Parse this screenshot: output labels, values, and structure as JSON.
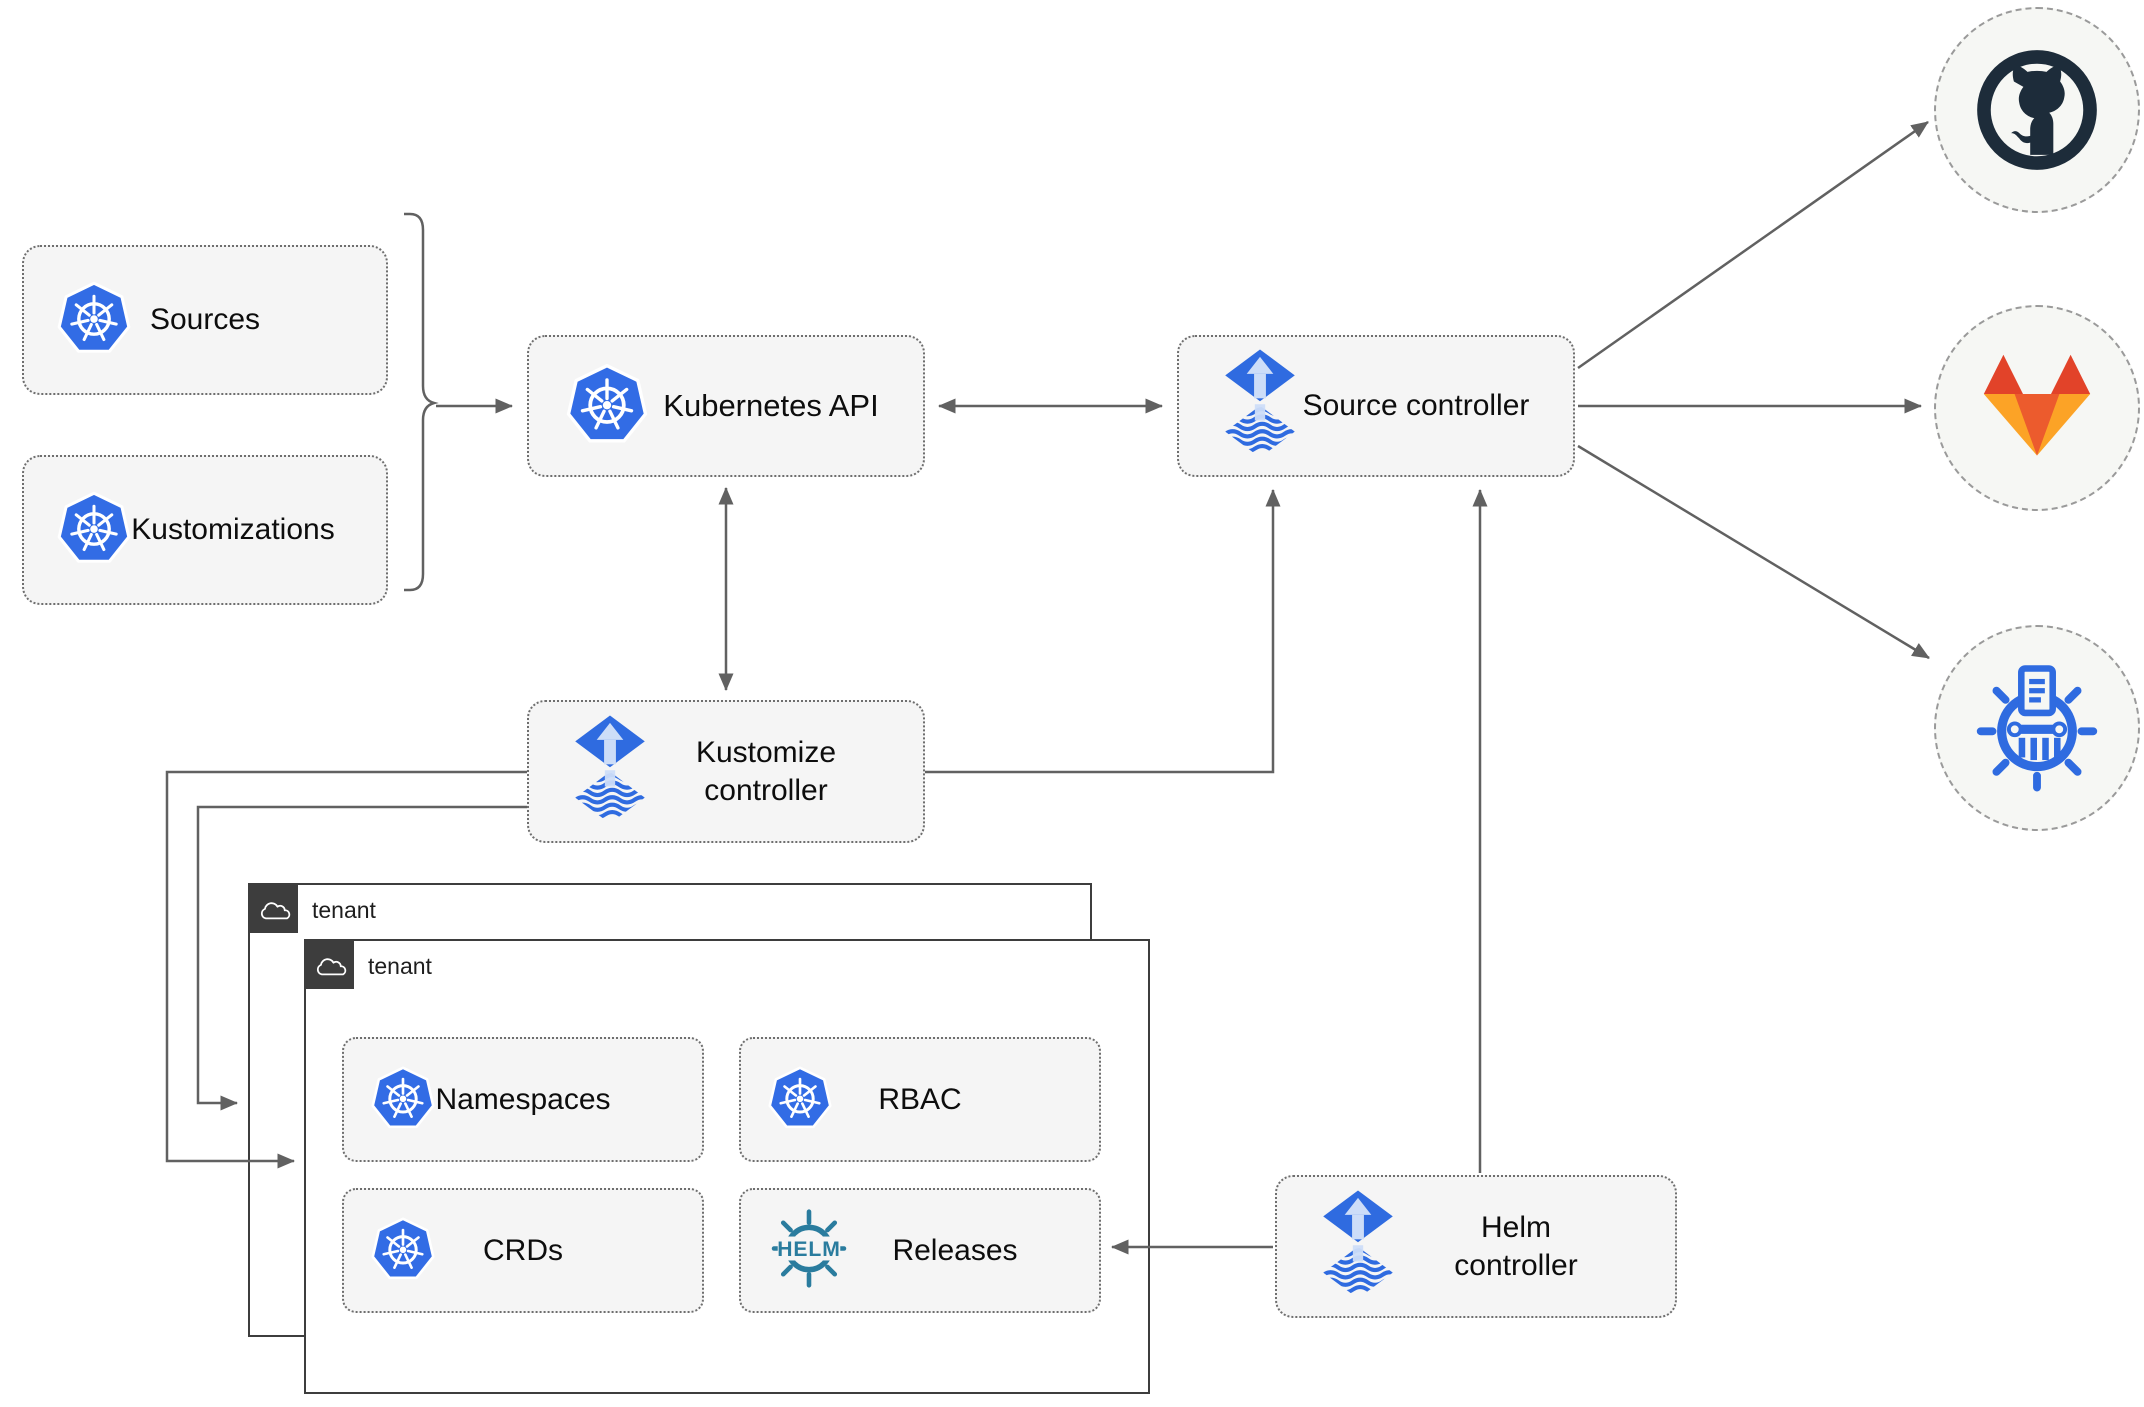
{
  "nodes": {
    "sources": "Sources",
    "kustomizations": "Kustomizations",
    "kubernetesApi": "Kubernetes API",
    "sourceController": "Source controller",
    "kustomizeController": "Kustomize controller",
    "helmController": "Helm controller",
    "tenantBack": "tenant",
    "tenantFront": "tenant",
    "namespaces": "Namespaces",
    "rbac": "RBAC",
    "crds": "CRDs",
    "releases": "Releases"
  },
  "icons": {
    "kubernetes": "kubernetes-logo",
    "flux": "flux-logo",
    "helm": "helm-ship-wheel-logo",
    "helmText": "HELM",
    "github": "github-octocat-logo",
    "gitlab": "gitlab-tanuki-logo",
    "kustomizeWheel": "kustomize-shredder-wheel-logo",
    "cloud": "cloud-icon"
  },
  "colors": {
    "kubernetesBlue": "#326ce5",
    "fluxBlue": "#2f6be0",
    "fluxArrowLight": "#cdddf8",
    "helmTeal": "#2a7c9e",
    "githubDark": "#1d2c3a",
    "gitlabRed": "#e24329",
    "gitlabCenterOrange": "#ec5b2d",
    "gitlabWingOrange": "#fca326",
    "boxFill": "#f5f5f5",
    "boxDottedBorder": "#6e6e6e",
    "tenantBorder": "#3d3d3d",
    "connectorGray": "#616161",
    "circleFill": "#f6f7f4",
    "circleDashedBorder": "#9a9a9a"
  }
}
